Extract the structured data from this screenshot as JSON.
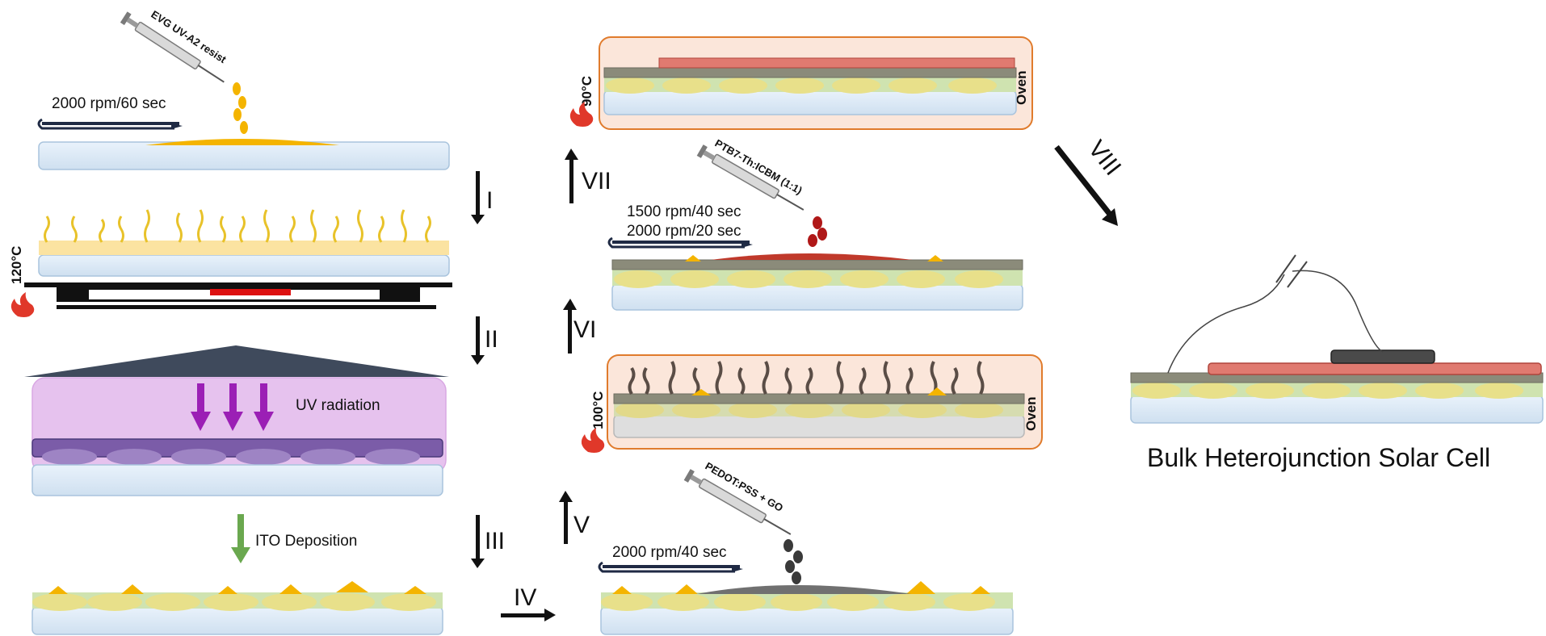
{
  "labels": {
    "spin1": "2000 rpm/60 sec",
    "resist": "EVG UV-A2 resist",
    "temp120": "120°C",
    "uv": "UV radiation",
    "ito": "ITO Deposition",
    "spin_pedot": "2000 rpm/40 sec",
    "pedot": "PEDOT:PSS + GO",
    "temp100": "100°C",
    "oven1": "Oven",
    "spin_active1": "1500 rpm/40 sec",
    "spin_active2": "2000 rpm/20 sec",
    "ptb7": "PTB7-Th:ICBM (1:1)",
    "temp90": "90°C",
    "oven2": "Oven",
    "device": "Bulk Heterojunction Solar Cell"
  },
  "steps": [
    "I",
    "II",
    "III",
    "IV",
    "V",
    "VI",
    "VII",
    "VIII"
  ],
  "colors": {
    "glass": "#dce9f5",
    "resist": "#f4b400",
    "pillar_yellow": "#e8c22a",
    "uv_purple": "#9b1fb5",
    "uv_box": "#e6c2ee",
    "ito_green": "#cfe3b0",
    "dome_yellow": "#e8e08a",
    "pedot_gray": "#707070",
    "active_red": "#c0392b",
    "oven_fill": "#fbe6da",
    "oven_border": "#e07b2c",
    "flame": "#e0382a",
    "arrow_green": "#6aa84f"
  },
  "icons": [
    "syringe-icon",
    "flame-icon",
    "hotplate-icon",
    "uv-lamp-icon",
    "spin-arrow-icon",
    "battery-icon"
  ]
}
